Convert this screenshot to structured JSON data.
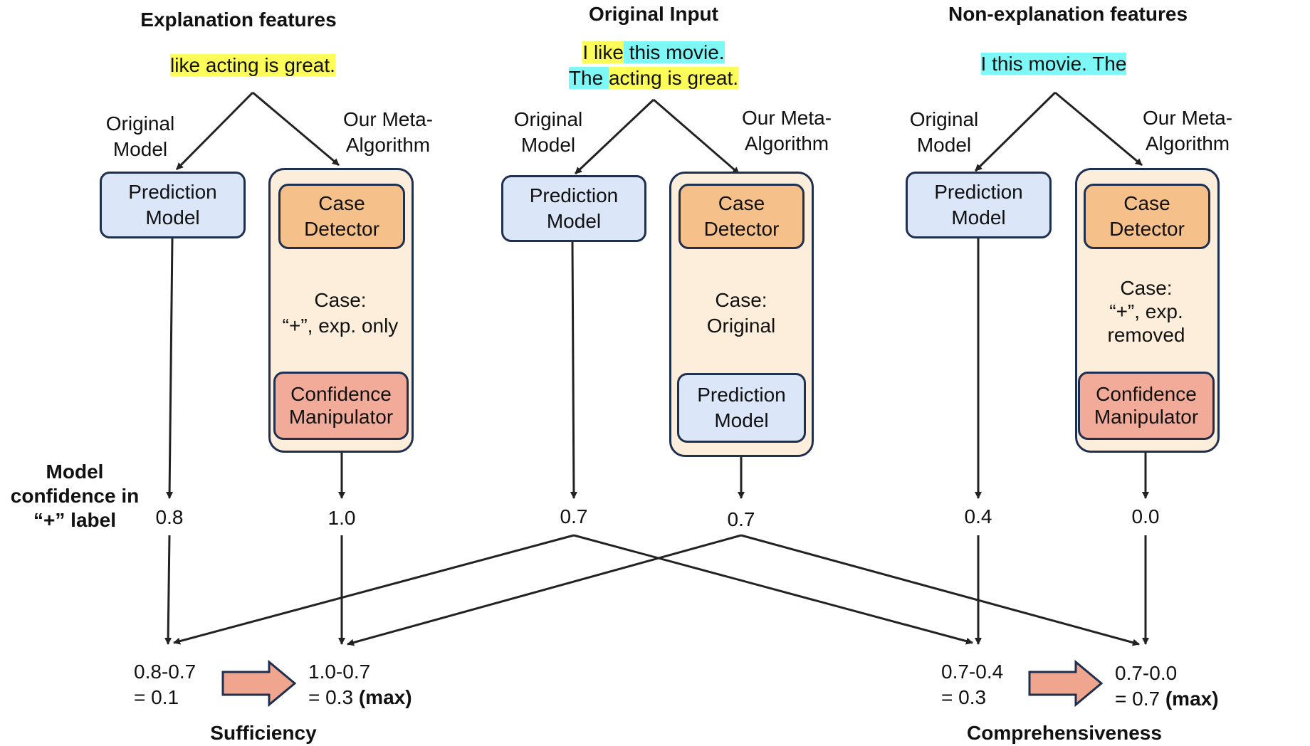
{
  "panels": [
    {
      "title": "Explanation features",
      "input_segments": [
        {
          "text": "like acting is great.",
          "hl": "yellow"
        }
      ],
      "left_branch_label": [
        "Original",
        "Model"
      ],
      "right_branch_label": [
        "Our Meta-",
        "Algorithm"
      ],
      "prediction_model": [
        "Prediction",
        "Model"
      ],
      "case_detector": [
        "Case",
        "Detector"
      ],
      "case_text": [
        "Case:",
        "“+”, exp. only"
      ],
      "final_box": [
        "Confidence",
        "Manipulator"
      ],
      "left_value": "0.8",
      "right_value": "1.0"
    },
    {
      "title": "Original Input",
      "input_line1": [
        {
          "text": "I like",
          "hl": "yellow"
        },
        {
          "text": " this movie. ",
          "hl": "cyan"
        }
      ],
      "input_line2": [
        {
          "text": "The ",
          "hl": "cyan"
        },
        {
          "text": "acting is great.",
          "hl": "yellow"
        }
      ],
      "left_branch_label": [
        "Original",
        "Model"
      ],
      "right_branch_label": [
        "Our Meta-",
        "Algorithm"
      ],
      "prediction_model": [
        "Prediction",
        "Model"
      ],
      "case_detector": [
        "Case",
        "Detector"
      ],
      "case_text": [
        "Case:",
        "Original"
      ],
      "final_box": [
        "Prediction",
        "Model"
      ],
      "left_value": "0.7",
      "right_value": "0.7"
    },
    {
      "title": "Non-explanation features",
      "input_segments": [
        {
          "text": "I this movie. The",
          "hl": "cyan"
        }
      ],
      "left_branch_label": [
        "Original",
        "Model"
      ],
      "right_branch_label": [
        "Our Meta-",
        "Algorithm"
      ],
      "prediction_model": [
        "Prediction",
        "Model"
      ],
      "case_detector": [
        "Case",
        "Detector"
      ],
      "case_text": [
        "Case:",
        "“+”, exp.",
        "removed"
      ],
      "final_box": [
        "Confidence",
        "Manipulator"
      ],
      "left_value": "0.4",
      "right_value": "0.0"
    }
  ],
  "row_label": [
    "Model",
    "confidence in",
    "“+” label"
  ],
  "results": {
    "suff_original": [
      "0.8-0.7",
      "= 0.1"
    ],
    "suff_meta": [
      "1.0-0.7",
      "= 0.3 ",
      "(max)"
    ],
    "comp_original": [
      "0.7-0.4",
      "= 0.3"
    ],
    "comp_meta": [
      "0.7-0.0",
      "= 0.7 ",
      "(max)"
    ]
  },
  "bottom_labels": {
    "sufficiency": "Sufficiency",
    "comprehensiveness": "Comprehensiveness"
  },
  "colors": {
    "highlight_yellow": "#fdfd5a",
    "highlight_cyan": "#7ef7f7",
    "prediction_box": "#dbe6f8",
    "case_detector_box": "#f5c08a",
    "confidence_box": "#f2ab98",
    "meta_container": "#fdeedb",
    "big_arrow": "#f0a58f",
    "border": "#1f2f4f"
  }
}
